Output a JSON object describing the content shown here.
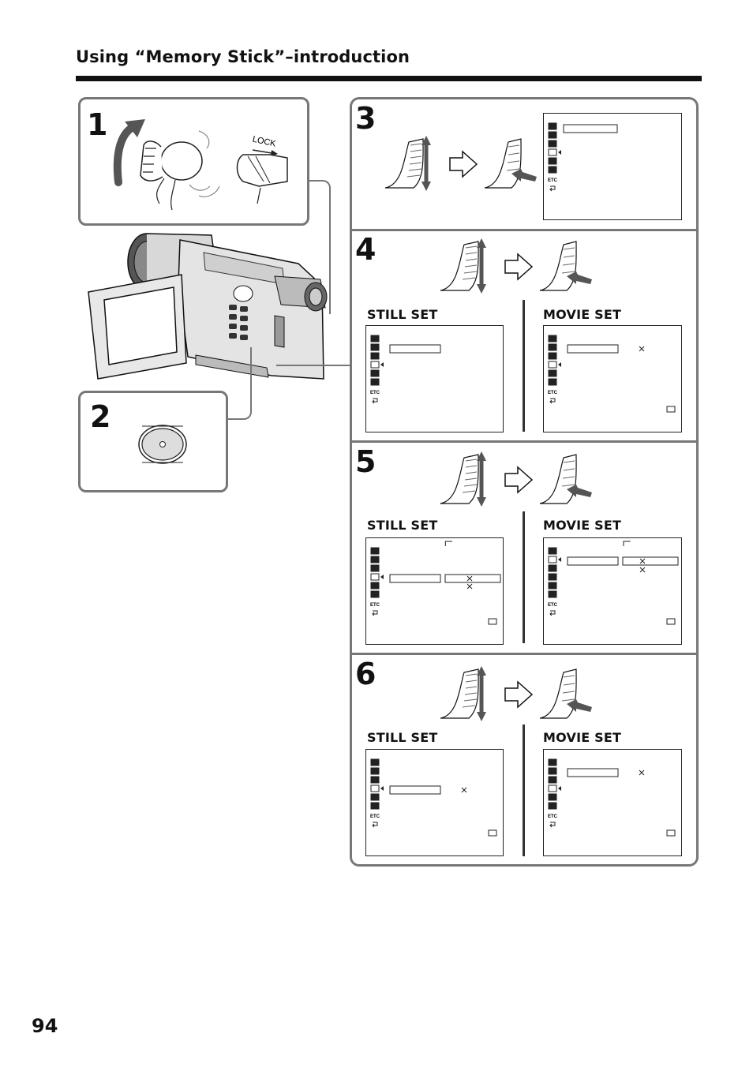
{
  "page": {
    "title": "Using “Memory Stick”–introduction",
    "number": "94"
  },
  "steps": {
    "s1": "1",
    "s2": "2",
    "s3": "3",
    "s4": "4",
    "s5": "5",
    "s6": "6"
  },
  "illustration": {
    "lock_text": "LOCK"
  },
  "labels": {
    "still_set": "STILL SET",
    "movie_set": "MOVIE SET"
  },
  "menu": {
    "etc": "ETC"
  }
}
